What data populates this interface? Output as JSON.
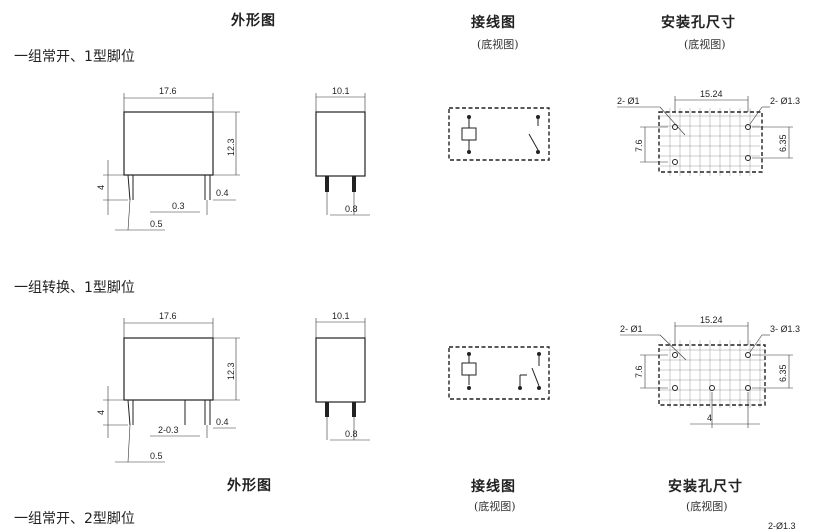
{
  "headers": {
    "outline": "外形图",
    "wiring": "接线图",
    "wiring_sub": "(底视图)",
    "holes": "安装孔尺寸",
    "holes_sub": "(底视图)"
  },
  "headers_bottom": {
    "outline": "外形图",
    "wiring": "接线图",
    "wiring_sub": "(底视图)",
    "holes": "安装孔尺寸",
    "holes_sub": "(底视图)"
  },
  "rows": [
    {
      "label": "一组常开、1型脚位",
      "front": {
        "width": "17.6",
        "height": "12.3",
        "pin_len": "4",
        "pin_w": "0.4",
        "pin_gap": "0.3",
        "pin_off": "0.5"
      },
      "side": {
        "width": "10.1",
        "pin_t": "0.8"
      },
      "holes": {
        "spacing": "15.24",
        "left_hole": "2- Ø1",
        "right_hole": "2- Ø1.3",
        "v_left": "7.6",
        "v_right": "6.35"
      }
    },
    {
      "label": "一组转换、1型脚位",
      "front": {
        "width": "17.6",
        "height": "12.3",
        "pin_len": "4",
        "pin_w": "0.4",
        "pin_gap": "2-0.3",
        "pin_off": "0.5"
      },
      "side": {
        "width": "10.1",
        "pin_t": "0.8"
      },
      "holes": {
        "spacing": "15.24",
        "left_hole": "2- Ø1",
        "right_hole": "3- Ø1.3",
        "v_left": "7.6",
        "v_right": "6.35",
        "bottom": "4"
      }
    }
  ],
  "row3_label": "一组常开、2型脚位",
  "corner_note": "2-Ø1.3"
}
